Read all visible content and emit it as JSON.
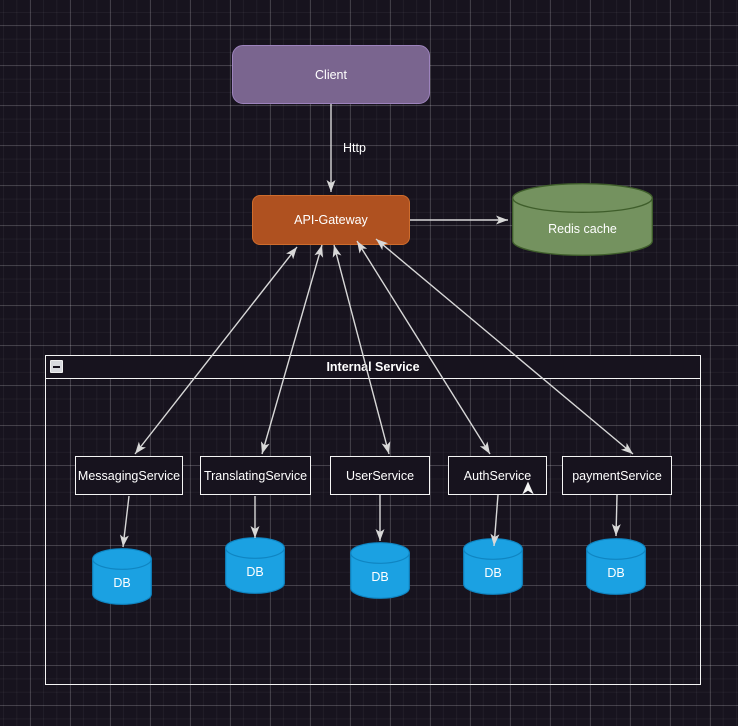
{
  "diagram": {
    "client": {
      "label": "Client"
    },
    "edges": {
      "http_label": "Http"
    },
    "gateway": {
      "label": "API-Gateway"
    },
    "redis": {
      "label": "Redis cache"
    },
    "internal": {
      "title": "Internal Service"
    },
    "services": [
      {
        "label": "MessagingService",
        "db": "DB"
      },
      {
        "label": "TranslatingService",
        "db": "DB"
      },
      {
        "label": "UserService",
        "db": "DB"
      },
      {
        "label": "AuthService",
        "db": "DB"
      },
      {
        "label": "paymentService",
        "db": "DB"
      }
    ],
    "icons": {
      "collapse": "minus-icon",
      "cursor": "arrow-pointer-icon"
    },
    "colors": {
      "background": "#17131e",
      "grid_minor": "#ffffff0b",
      "grid_major": "#ffffff29",
      "client_fill": "#7a658f",
      "client_stroke": "#9d83bd",
      "gateway_fill": "#af5120",
      "gateway_stroke": "#cf6c2c",
      "redis_fill": "#74925f",
      "redis_stroke": "#3f5e2b",
      "db_fill": "#1ba1e2",
      "db_stroke": "#0f85c2",
      "node_fill": "#17131e",
      "node_stroke": "#f5f5f5",
      "edge": "#d8d8d8",
      "text": "#ffffff"
    }
  }
}
